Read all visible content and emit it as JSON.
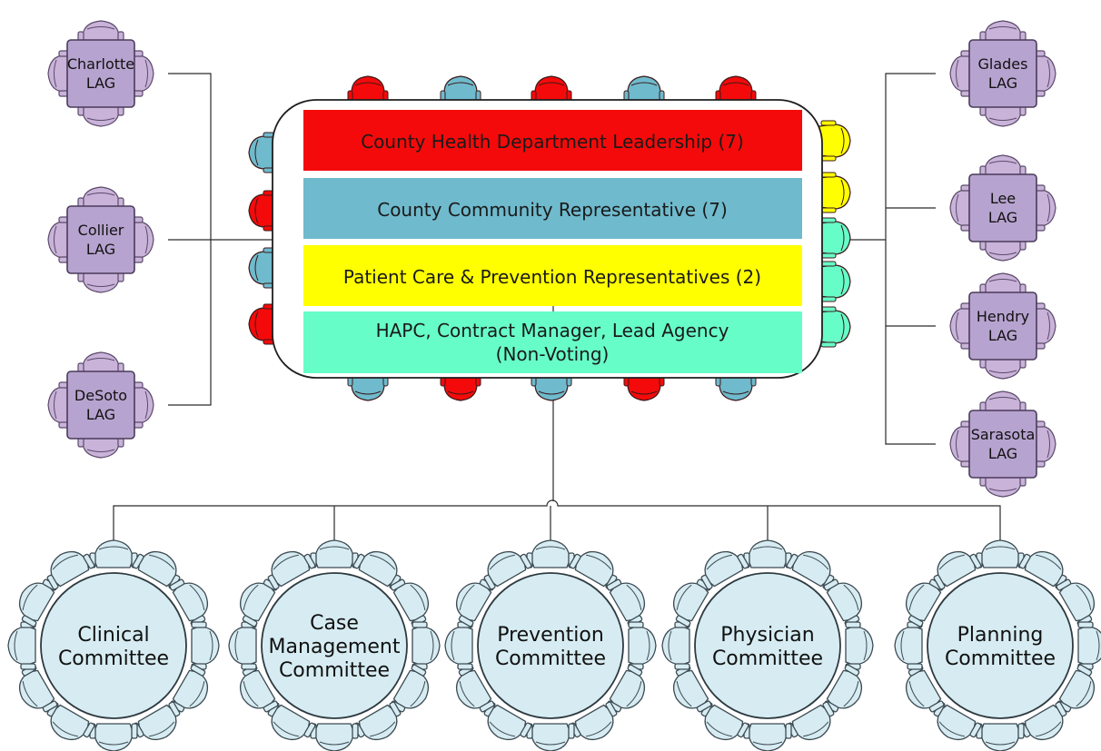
{
  "colors": {
    "red": "#f40a0a",
    "blue": "#6fbacd",
    "yellow": "#ffff00",
    "teal": "#67fdc9",
    "lag_table": "#b7a3cf",
    "committee": "#d6ecf2"
  },
  "left_lags": [
    {
      "line1": "Charlotte",
      "line2": "LAG"
    },
    {
      "line1": "Collier",
      "line2": "LAG"
    },
    {
      "line1": "DeSoto",
      "line2": "LAG"
    }
  ],
  "right_lags": [
    {
      "line1": "Glades",
      "line2": "LAG"
    },
    {
      "line1": "Lee",
      "line2": "LAG"
    },
    {
      "line1": "Hendry",
      "line2": "LAG"
    },
    {
      "line1": "Sarasota",
      "line2": "LAG"
    }
  ],
  "central": {
    "bands": [
      {
        "line1": "County Health Department Leadership (7)",
        "line2": "",
        "color": "#f40a0a"
      },
      {
        "line1": "County Community Representative (7)",
        "line2": "",
        "color": "#6fbacd"
      },
      {
        "line1": "Patient Care & Prevention Representatives (2)",
        "line2": "",
        "color": "#ffff00"
      },
      {
        "line1": "HAPC, Contract Manager, Lead Agency",
        "line2": "(Non-Voting)",
        "color": "#67fdc9"
      }
    ]
  },
  "committees": [
    {
      "lines": [
        "Clinical",
        "Committee"
      ]
    },
    {
      "lines": [
        "Case",
        "Management",
        "Committee"
      ]
    },
    {
      "lines": [
        "Prevention",
        "Committee"
      ]
    },
    {
      "lines": [
        "Physician",
        "Committee"
      ]
    },
    {
      "lines": [
        "Planning",
        "Committee"
      ]
    }
  ]
}
